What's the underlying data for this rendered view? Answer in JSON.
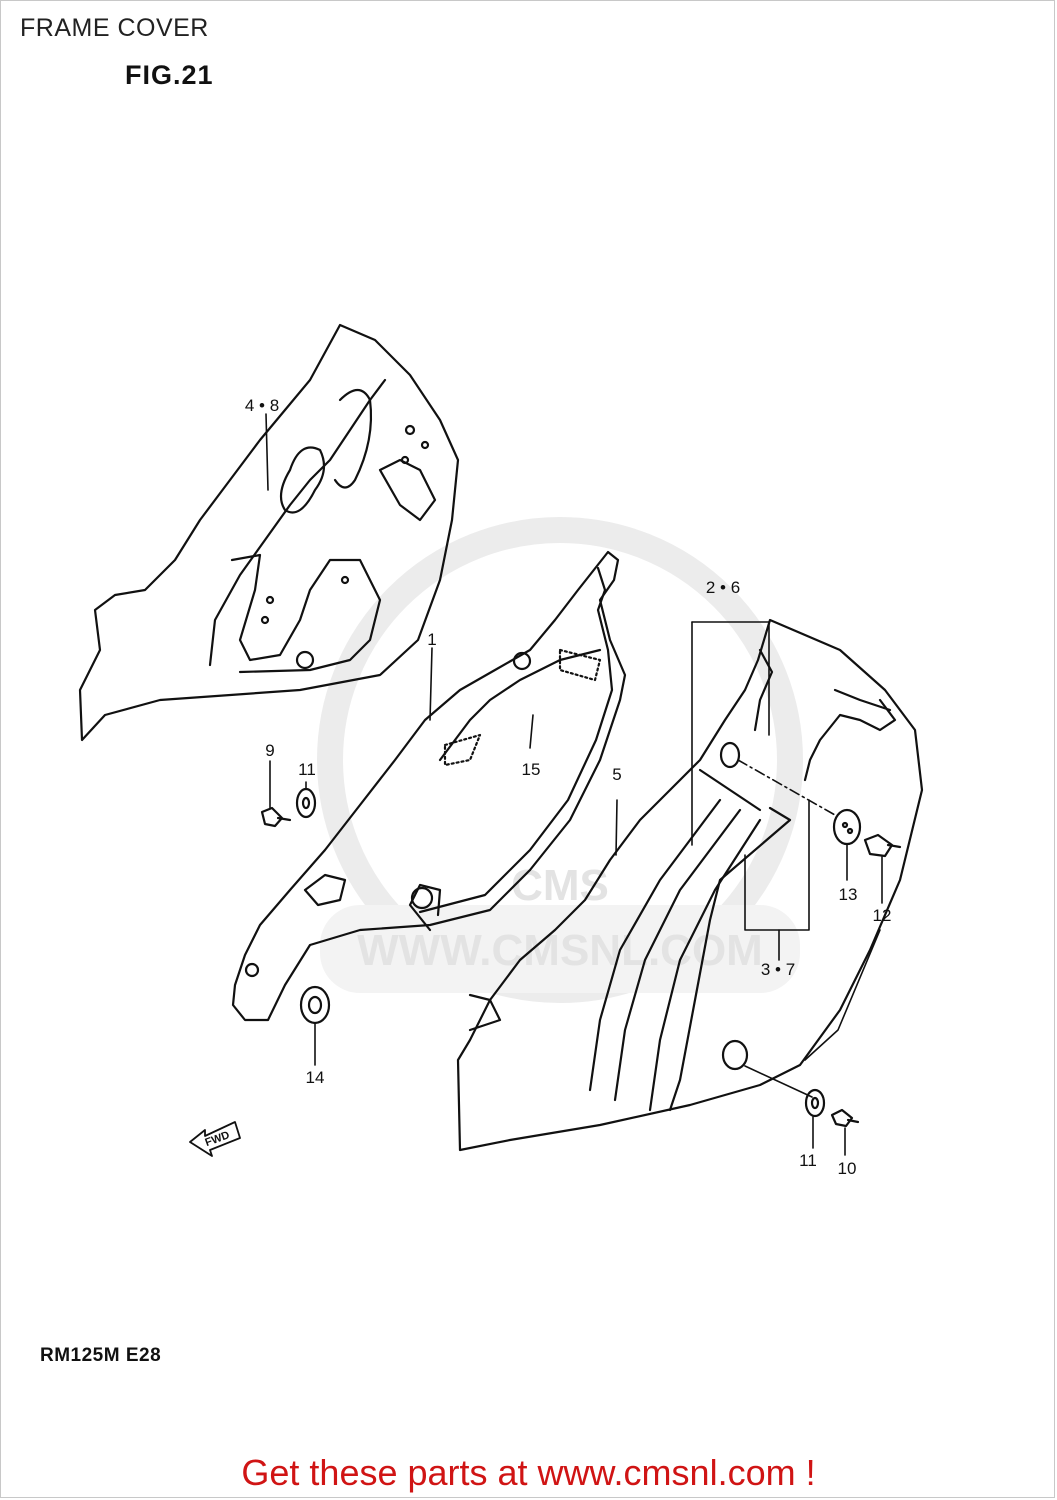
{
  "header": {
    "title": "FRAME COVER",
    "figure": "FIG.21"
  },
  "footer": {
    "model_code": "RM125M E28",
    "cta_text": "Get these parts at www.cmsnl.com !",
    "cta_color": "#d01414"
  },
  "watermark": {
    "url_text": "WWW.CMSNL.COM",
    "logo_text": "CMS"
  },
  "direction_marker": {
    "label": "FWD"
  },
  "callouts": {
    "c1": "1",
    "c2_6": "2 • 6",
    "c3_7": "3 • 7",
    "c4_8": "4 • 8",
    "c5": "5",
    "c9": "9",
    "c10": "10",
    "c11a": "11",
    "c11b": "11",
    "c12": "12",
    "c13": "13",
    "c14": "14",
    "c15": "15"
  }
}
